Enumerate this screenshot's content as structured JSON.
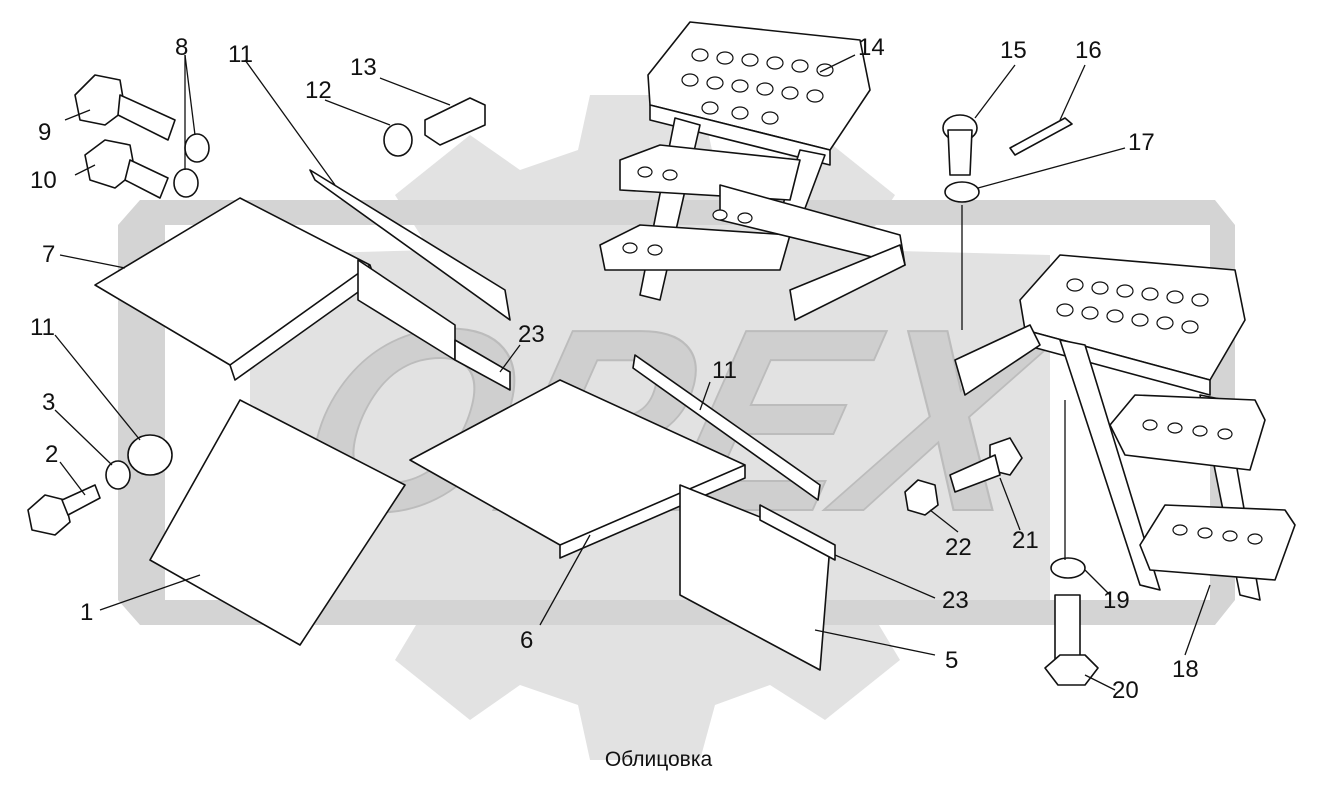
{
  "caption": "Облицовка",
  "watermark": {
    "text": "OPEX",
    "color": "#cfcfcf"
  },
  "colors": {
    "line": "#111111",
    "paper": "#ffffff",
    "watermark": "#cfcfcf"
  },
  "callouts": [
    {
      "id": "c1",
      "text": "1"
    },
    {
      "id": "c2",
      "text": "2"
    },
    {
      "id": "c3",
      "text": "3"
    },
    {
      "id": "c5",
      "text": "5"
    },
    {
      "id": "c6",
      "text": "6"
    },
    {
      "id": "c7",
      "text": "7"
    },
    {
      "id": "c8",
      "text": "8"
    },
    {
      "id": "c9",
      "text": "9"
    },
    {
      "id": "c10",
      "text": "10"
    },
    {
      "id": "c11a",
      "text": "11"
    },
    {
      "id": "c11b",
      "text": "11"
    },
    {
      "id": "c11c",
      "text": "11"
    },
    {
      "id": "c12",
      "text": "12"
    },
    {
      "id": "c13",
      "text": "13"
    },
    {
      "id": "c14",
      "text": "14"
    },
    {
      "id": "c15",
      "text": "15"
    },
    {
      "id": "c16",
      "text": "16"
    },
    {
      "id": "c17",
      "text": "17"
    },
    {
      "id": "c18",
      "text": "18"
    },
    {
      "id": "c19",
      "text": "19"
    },
    {
      "id": "c20",
      "text": "20"
    },
    {
      "id": "c21",
      "text": "21"
    },
    {
      "id": "c22",
      "text": "22"
    },
    {
      "id": "c23a",
      "text": "23"
    },
    {
      "id": "c23b",
      "text": "23"
    }
  ]
}
